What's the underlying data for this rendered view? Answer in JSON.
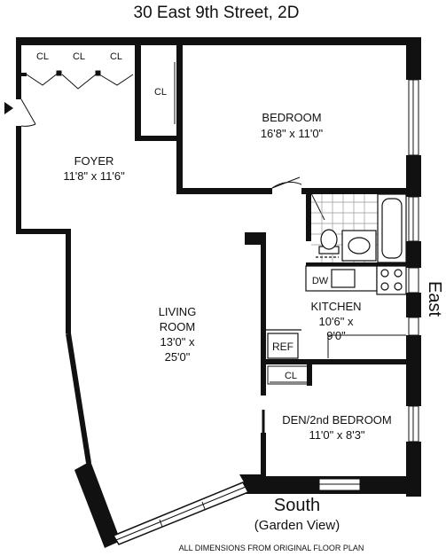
{
  "title": "30 East 9th Street, 2D",
  "rooms": {
    "bedroom": {
      "name": "BEDROOM",
      "dims": "16'8\" x 11'0\""
    },
    "foyer": {
      "name": "FOYER",
      "dims": "11'8\" x 11'6\""
    },
    "living": {
      "line1": "LIVING",
      "line2": "ROOM",
      "line3": "13'0\" x",
      "line4": "25'0\""
    },
    "kitchen": {
      "name": "KITCHEN",
      "line2": "10'6\" x",
      "line3": "9'0\""
    },
    "den": {
      "name": "DEN/2nd BEDROOM",
      "dims": "11'0\" x 8'3\""
    }
  },
  "closets": {
    "cl1": "CL",
    "cl2": "CL",
    "cl3": "CL",
    "cl4": "CL",
    "cl5": "CL"
  },
  "fixtures": {
    "dishwasher": "DW",
    "refrigerator": "REF"
  },
  "compass": {
    "east": "East",
    "south": "South",
    "view": "(Garden View)"
  },
  "footnote": "ALL DIMENSIONS FROM ORIGINAL FLOOR PLAN"
}
